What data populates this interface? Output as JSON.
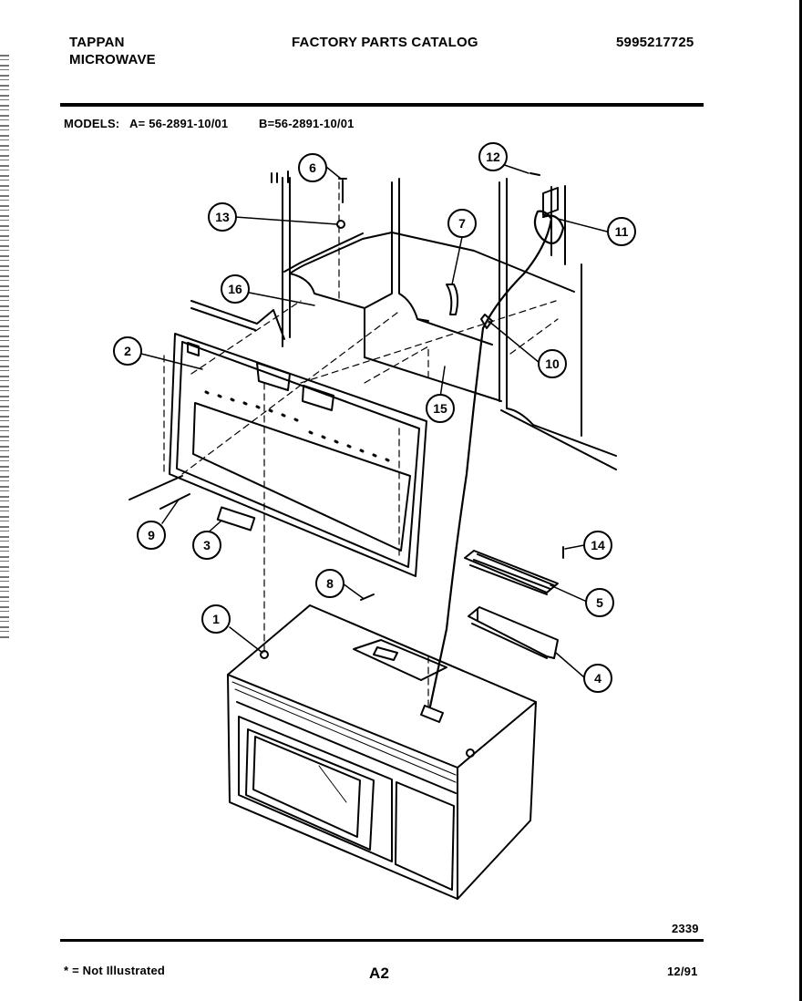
{
  "header": {
    "brand_line1": "TAPPAN",
    "brand_line2": "MICROWAVE",
    "title": "FACTORY PARTS CATALOG",
    "catalog_number": "5995217725"
  },
  "models": {
    "label": "MODELS:",
    "model_a": "A= 56-2891-10/01",
    "model_b": "B=56-2891-10/01"
  },
  "callouts": [
    "1",
    "2",
    "3",
    "4",
    "5",
    "6",
    "7",
    "8",
    "9",
    "10",
    "11",
    "12",
    "13",
    "14",
    "15",
    "16"
  ],
  "footer": {
    "diagram_number": "2339",
    "legend": "* = Not Illustrated",
    "page": "A2",
    "date": "12/91"
  }
}
